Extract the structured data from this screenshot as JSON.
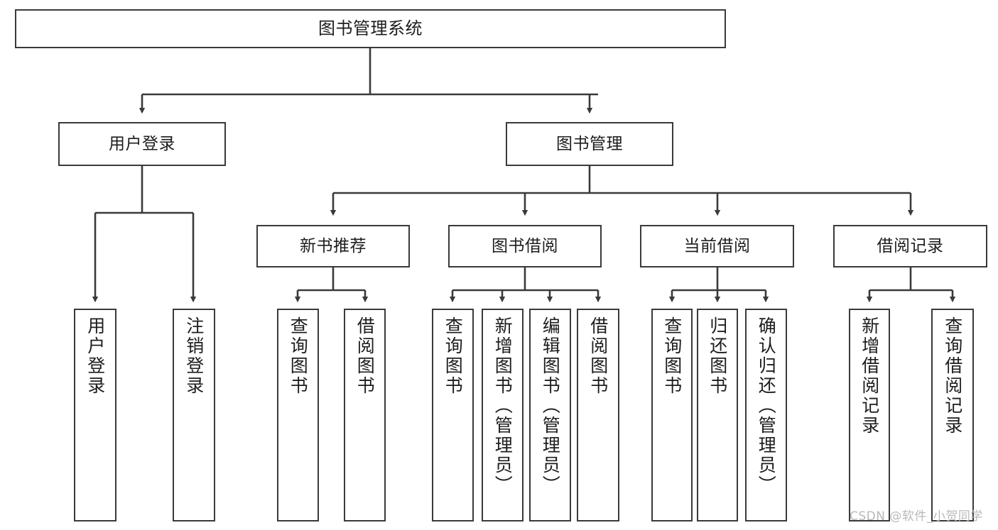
{
  "diagram": {
    "title": "图书管理系统",
    "type": "功能结构图",
    "stroke_color": "#3a3a3a",
    "fill_color": "#ffffff",
    "text_color": "#1d1d1d"
  },
  "nodes": {
    "root": {
      "label": "图书管理系统",
      "level": 1
    },
    "level2": [
      {
        "id": "user-login",
        "label": "用户登录"
      },
      {
        "id": "book-manage",
        "label": "图书管理"
      }
    ],
    "level3": [
      {
        "id": "new-book-recommend",
        "label": "新书推荐",
        "parent": "book-manage"
      },
      {
        "id": "book-borrow",
        "label": "图书借阅",
        "parent": "book-manage"
      },
      {
        "id": "current-borrow",
        "label": "当前借阅",
        "parent": "book-manage"
      },
      {
        "id": "borrow-record",
        "label": "借阅记录",
        "parent": "book-manage"
      }
    ],
    "leaves": [
      {
        "id": "leaf-user-login",
        "label": "用户登录",
        "parent": "user-login"
      },
      {
        "id": "leaf-user-logout",
        "label": "注销登录",
        "parent": "user-login"
      },
      {
        "id": "leaf-query-book-1",
        "label": "查询图书",
        "parent": "new-book-recommend"
      },
      {
        "id": "leaf-borrow-book-1",
        "label": "借阅图书",
        "parent": "new-book-recommend"
      },
      {
        "id": "leaf-query-book-2",
        "label": "查询图书",
        "parent": "book-borrow"
      },
      {
        "id": "leaf-add-book",
        "label": "新增图书（管理员）",
        "parent": "book-borrow"
      },
      {
        "id": "leaf-edit-book",
        "label": "编辑图书（管理员）",
        "parent": "book-borrow"
      },
      {
        "id": "leaf-borrow-book-2",
        "label": "借阅图书",
        "parent": "book-borrow"
      },
      {
        "id": "leaf-query-book-3",
        "label": "查询图书",
        "parent": "current-borrow"
      },
      {
        "id": "leaf-return-book",
        "label": "归还图书",
        "parent": "current-borrow"
      },
      {
        "id": "leaf-confirm-return",
        "label": "确认归还（管理员）",
        "parent": "current-borrow"
      },
      {
        "id": "leaf-add-record",
        "label": "新增借阅记录",
        "parent": "borrow-record"
      },
      {
        "id": "leaf-query-record",
        "label": "查询借阅记录",
        "parent": "borrow-record"
      }
    ]
  },
  "watermark": {
    "text": "CSDN @软件_小贺同学",
    "color": "#b9b9b9"
  }
}
